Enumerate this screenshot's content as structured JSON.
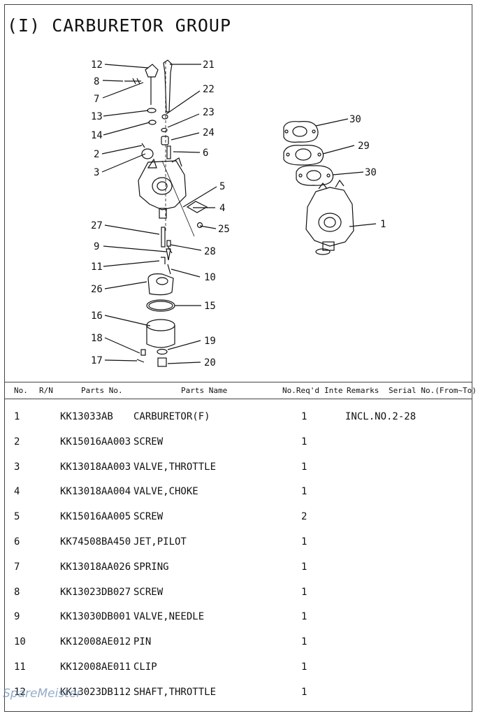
{
  "title": "(I) CARBURETOR GROUP",
  "diagram": {
    "callouts": [
      "1",
      "2",
      "3",
      "4",
      "5",
      "6",
      "7",
      "8",
      "9",
      "10",
      "11",
      "12",
      "13",
      "14",
      "15",
      "16",
      "17",
      "18",
      "19",
      "20",
      "21",
      "22",
      "23",
      "24",
      "25",
      "26",
      "27",
      "28",
      "29",
      "30",
      "30"
    ]
  },
  "table": {
    "headers": {
      "no": "No.",
      "rn": "R/N",
      "parts_no": "Parts No.",
      "parts_name": "Parts Name",
      "no_reqd": "No.Req'd",
      "inte": "Inte",
      "remarks": "Remarks",
      "serial": "Serial No.(From~To)"
    },
    "rows": [
      {
        "no": "1",
        "parts_no": "KK13033AB",
        "name": "CARBURETOR(F)",
        "qty": "1",
        "remarks": "INCL.NO.2-28"
      },
      {
        "no": "2",
        "parts_no": "KK15016AA003",
        "name": "SCREW",
        "qty": "1",
        "remarks": ""
      },
      {
        "no": "3",
        "parts_no": "KK13018AA003",
        "name": "VALVE,THROTTLE",
        "qty": "1",
        "remarks": ""
      },
      {
        "no": "4",
        "parts_no": "KK13018AA004",
        "name": "VALVE,CHOKE",
        "qty": "1",
        "remarks": ""
      },
      {
        "no": "5",
        "parts_no": "KK15016AA005",
        "name": "SCREW",
        "qty": "2",
        "remarks": ""
      },
      {
        "no": "6",
        "parts_no": "KK74508BA450",
        "name": "JET,PILOT",
        "qty": "1",
        "remarks": ""
      },
      {
        "no": "7",
        "parts_no": "KK13018AA026",
        "name": "SPRING",
        "qty": "1",
        "remarks": ""
      },
      {
        "no": "8",
        "parts_no": "KK13023DB027",
        "name": "SCREW",
        "qty": "1",
        "remarks": ""
      },
      {
        "no": "9",
        "parts_no": "KK13030DB001",
        "name": "VALVE,NEEDLE",
        "qty": "1",
        "remarks": ""
      },
      {
        "no": "10",
        "parts_no": "KK12008AE012",
        "name": "PIN",
        "qty": "1",
        "remarks": ""
      },
      {
        "no": "11",
        "parts_no": "KK12008AE011",
        "name": "CLIP",
        "qty": "1",
        "remarks": ""
      },
      {
        "no": "12",
        "parts_no": "KK13023DB112",
        "name": "SHAFT,THROTTLE",
        "qty": "1",
        "remarks": ""
      }
    ]
  },
  "watermark": "SpareMeister"
}
